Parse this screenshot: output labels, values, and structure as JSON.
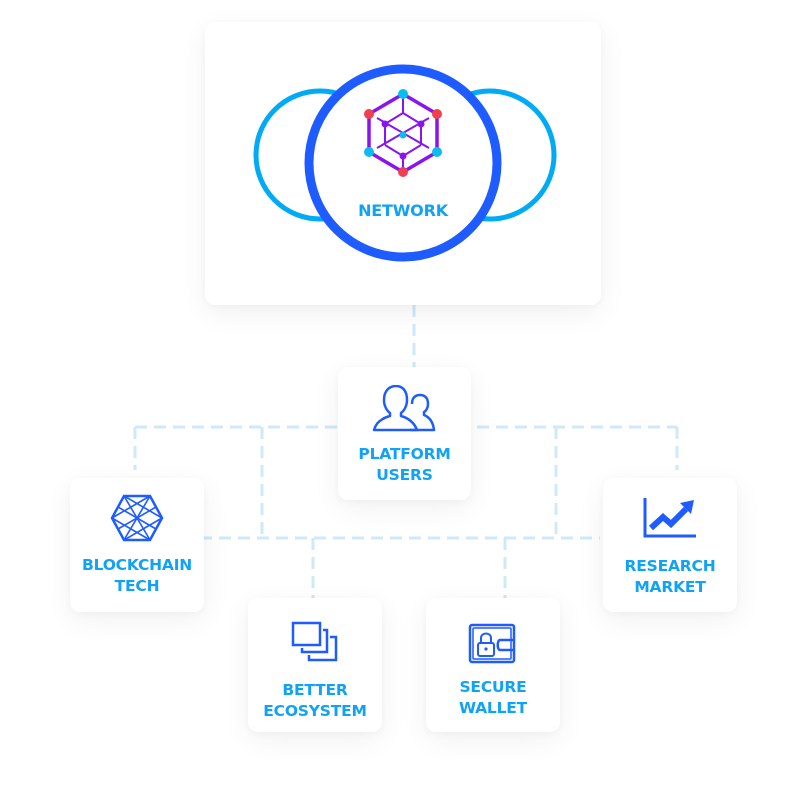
{
  "hub": {
    "label": "NETWORK",
    "icon": "network-hexagon-icon"
  },
  "nodes": [
    {
      "id": "platform-users",
      "line1": "PLATFORM",
      "line2": "USERS",
      "icon": "users-icon"
    },
    {
      "id": "blockchain-tech",
      "line1": "BLOCKCHAIN",
      "line2": "TECH",
      "icon": "hexagon-mesh-icon"
    },
    {
      "id": "research-market",
      "line1": "RESEARCH",
      "line2": "MARKET",
      "icon": "trending-up-chart-icon"
    },
    {
      "id": "better-ecosystem",
      "line1": "BETTER",
      "line2": "ECOSYSTEM",
      "icon": "stacked-windows-icon"
    },
    {
      "id": "secure-wallet",
      "line1": "SECURE",
      "line2": "WALLET",
      "icon": "locked-wallet-icon"
    }
  ],
  "colors": {
    "primary_blue": "#1f5cff",
    "text_cyan": "#10a2f5",
    "ring_cyan": "#00aaf5",
    "purple": "#8a14f0",
    "red": "#f0404f",
    "dot_cyan": "#0cbcf0",
    "connector": "#cde9fb"
  }
}
